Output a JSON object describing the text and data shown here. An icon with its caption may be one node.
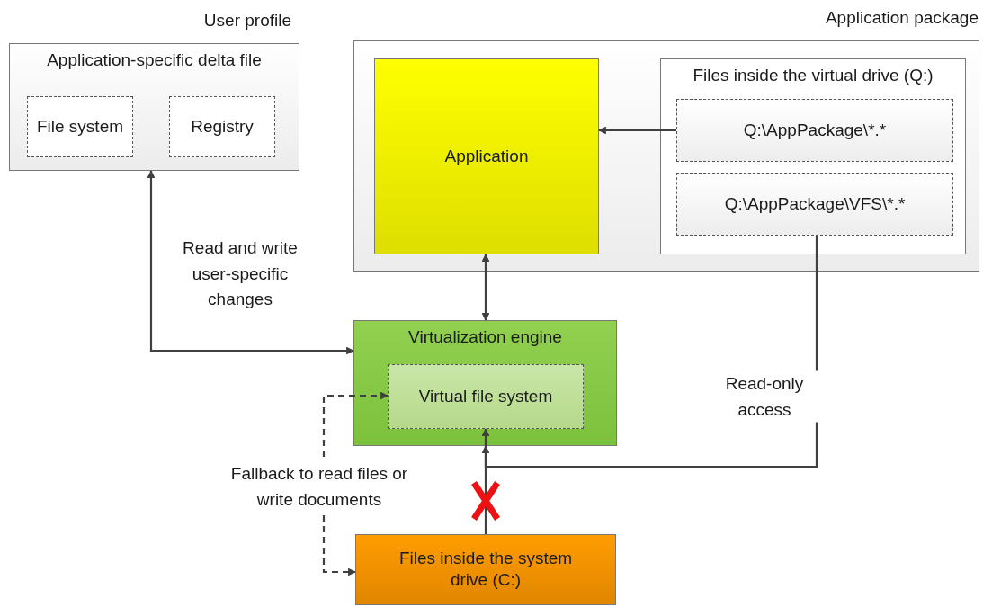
{
  "diagram": {
    "nodes": [
      {
        "text": [
          "User profile",
          "Application-specific delta file"
        ]
      },
      {
        "text": [
          "File system"
        ],
        "in": 0
      },
      {
        "text": [
          "Registry"
        ],
        "in": 0
      },
      {
        "text": [
          "Application package"
        ]
      },
      {
        "text": [
          "Application"
        ],
        "in": 3
      },
      {
        "text": [
          "Files inside the virtual drive (Q:)"
        ],
        "in": 3
      },
      {
        "text": [
          "Q:\\AppPackage\\*.*"
        ],
        "in": 5
      },
      {
        "text": [
          "Q:\\AppPackage\\VFS\\*.*"
        ],
        "in": 5
      },
      {
        "text": [
          "Virtualization engine"
        ]
      },
      {
        "text": [
          "Virtual file system"
        ],
        "in": 8
      },
      {
        "text": [
          "Files inside the system drive (C:)"
        ]
      }
    ],
    "edges": [
      {
        "from": 6,
        "to": 4,
        "arrow": "to"
      },
      {
        "from": 4,
        "to": 8,
        "arrow": "both"
      },
      {
        "from": 0,
        "to": 8,
        "arrow": "both",
        "label": "Read and write user-specific changes"
      },
      {
        "from": 7,
        "to": 9,
        "arrow": "to",
        "label": "Read-only access"
      },
      {
        "from": 10,
        "to": 8,
        "arrow": "to"
      },
      {
        "from": 9,
        "to": 10,
        "arrow": "both",
        "style": "dashed",
        "label": "Fallback to read files or write documents"
      }
    ]
  }
}
